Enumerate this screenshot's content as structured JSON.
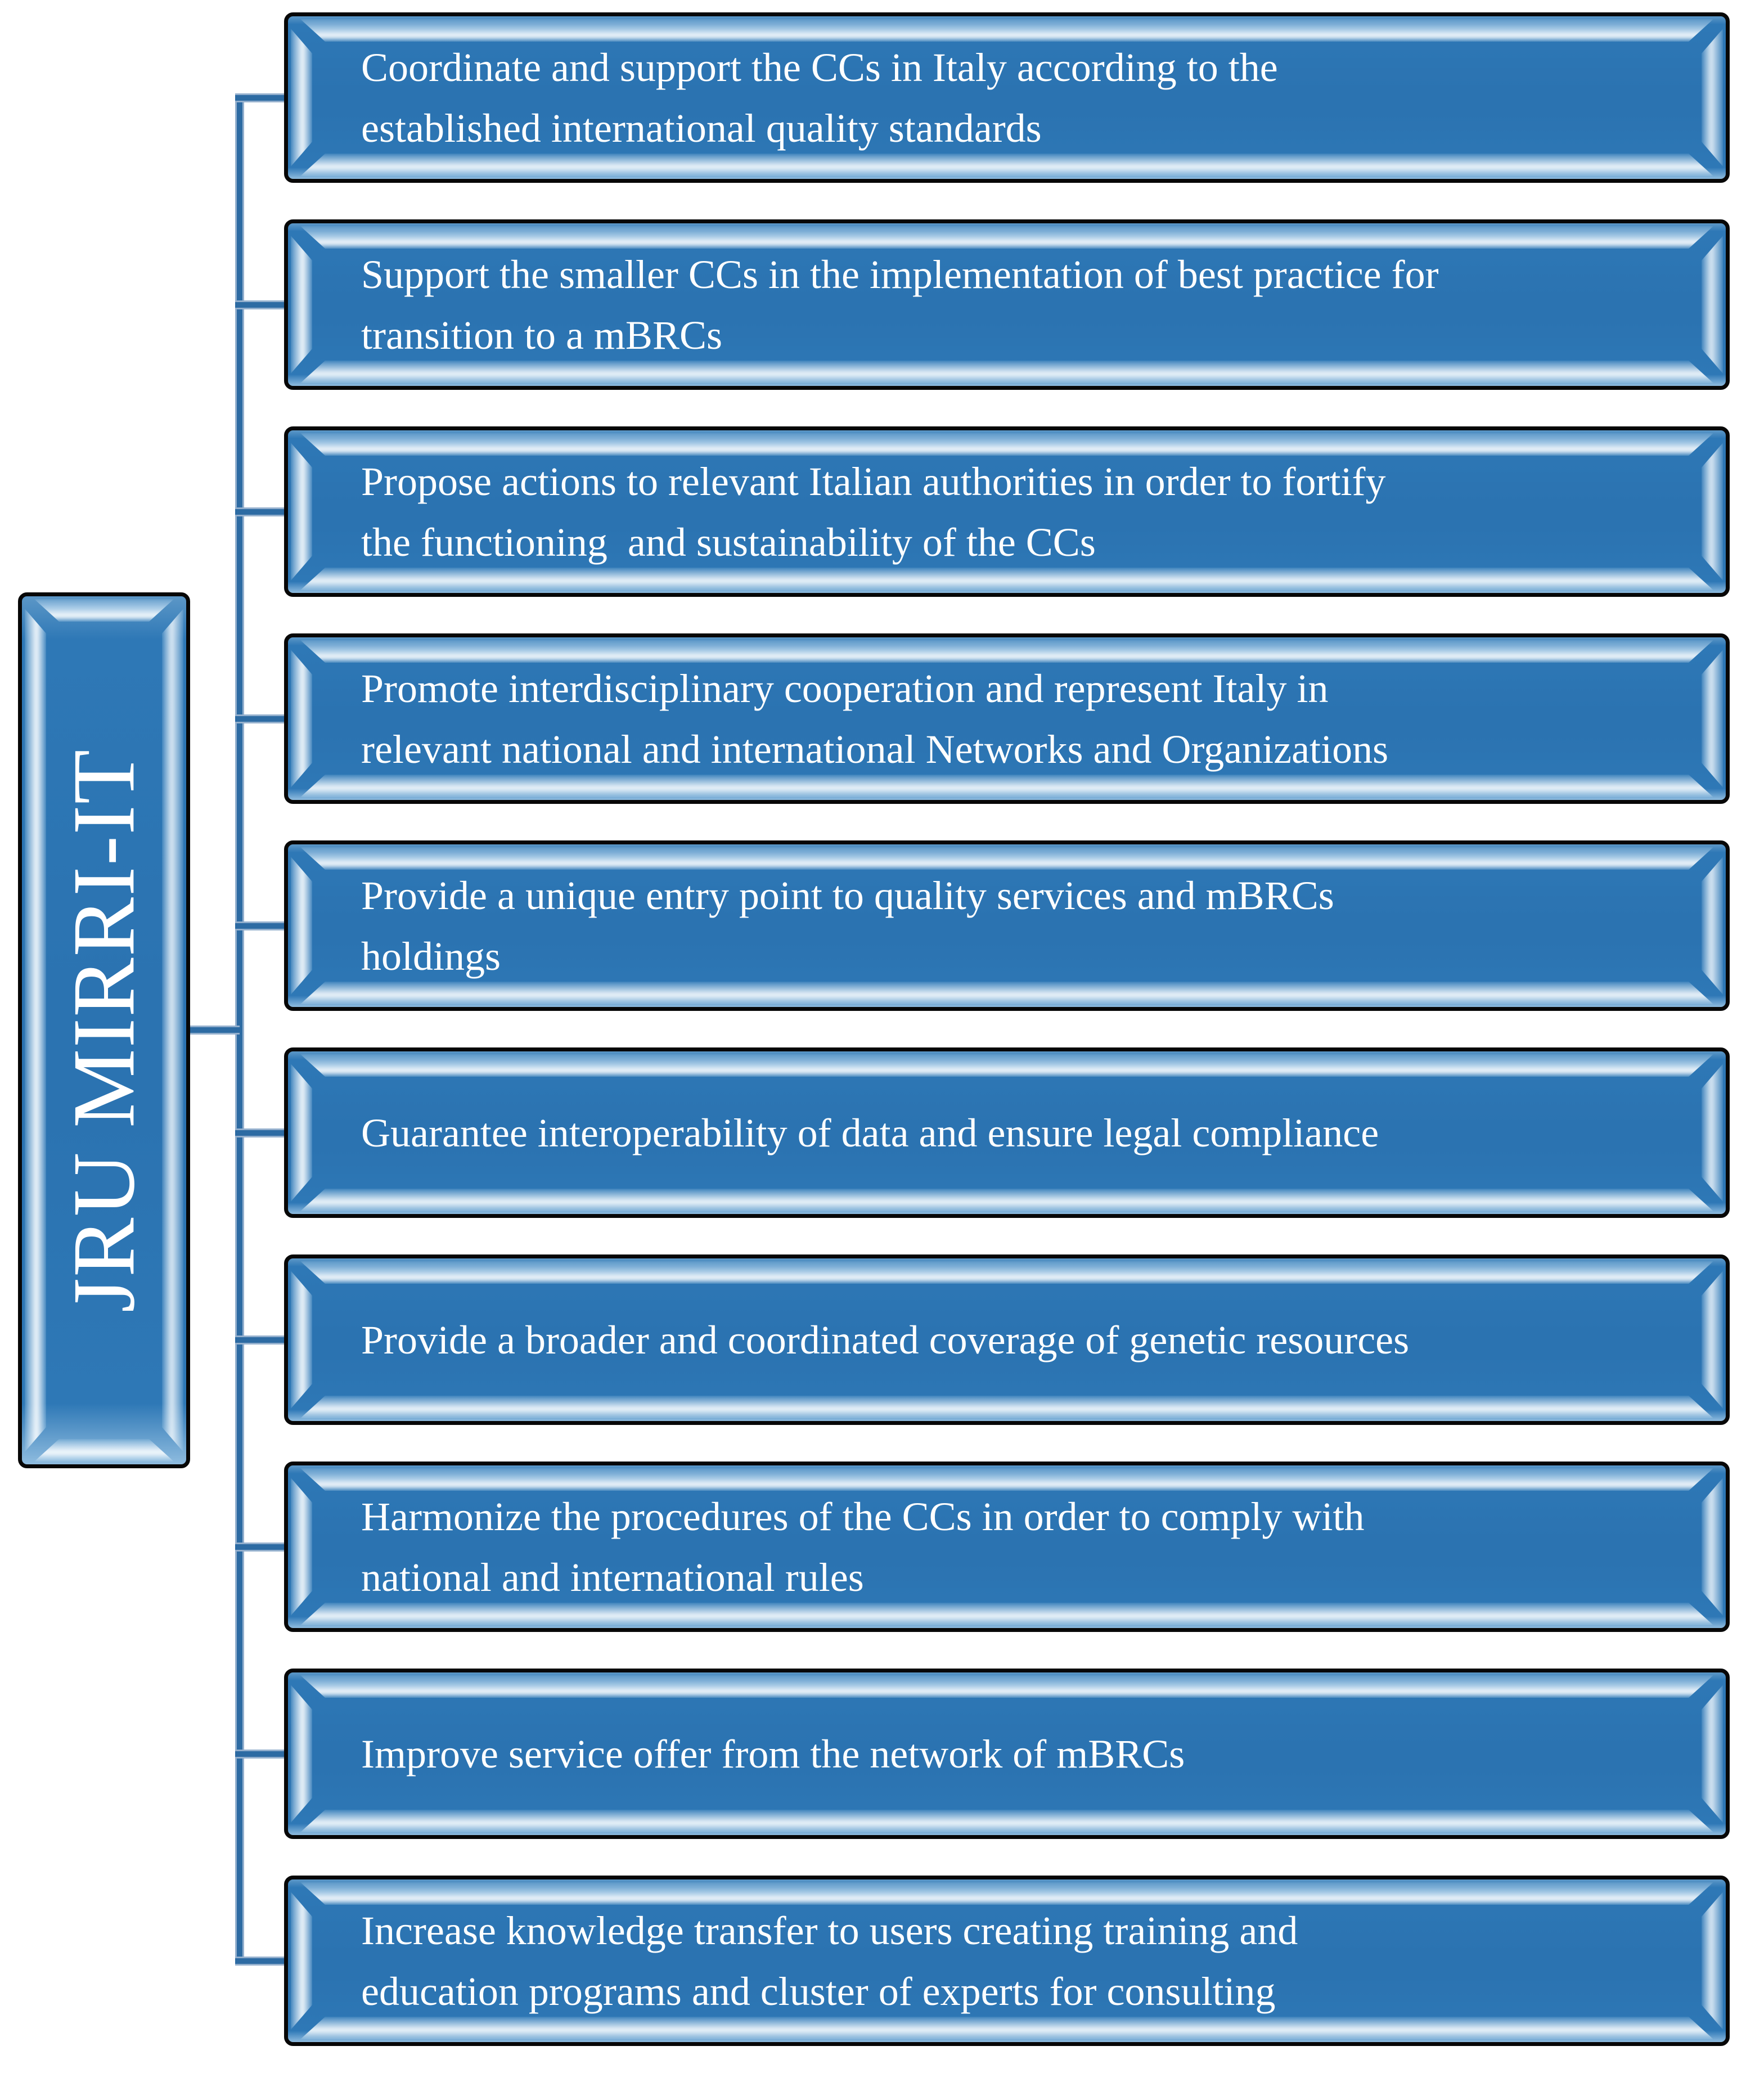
{
  "root": {
    "label": "JRU MIRRI-IT"
  },
  "colors": {
    "box_fill": "#2B73B1",
    "box_border": "#070707",
    "connector": "#2D6BA3",
    "connector_edge": "#93AFCD",
    "text": "#FFFFFF",
    "background": "#FFFFFF"
  },
  "objectives": [
    {
      "lines": [
        "Coordinate and support the CCs in Italy according to the",
        "established international quality standards"
      ]
    },
    {
      "lines": [
        "Support the smaller CCs in the implementation of best practice for",
        "transition to a mBRCs"
      ]
    },
    {
      "lines": [
        "Propose actions to relevant Italian authorities in order to fortify",
        "the functioning  and sustainability of the CCs"
      ]
    },
    {
      "lines": [
        "Promote interdisciplinary cooperation and represent Italy in",
        "relevant national and international Networks and Organizations"
      ]
    },
    {
      "lines": [
        "Provide a unique entry point to quality services and mBRCs",
        "holdings"
      ]
    },
    {
      "lines": [
        "Guarantee interoperability of data and ensure legal compliance"
      ]
    },
    {
      "lines": [
        "Provide a broader and coordinated coverage of genetic resources"
      ]
    },
    {
      "lines": [
        "Harmonize the procedures of the CCs in order to comply with",
        "national and international rules"
      ]
    },
    {
      "lines": [
        "Improve service offer from the network of mBRCs"
      ]
    },
    {
      "lines": [
        "Increase knowledge transfer to users creating training and",
        "education programs and cluster of experts for consulting"
      ]
    }
  ]
}
